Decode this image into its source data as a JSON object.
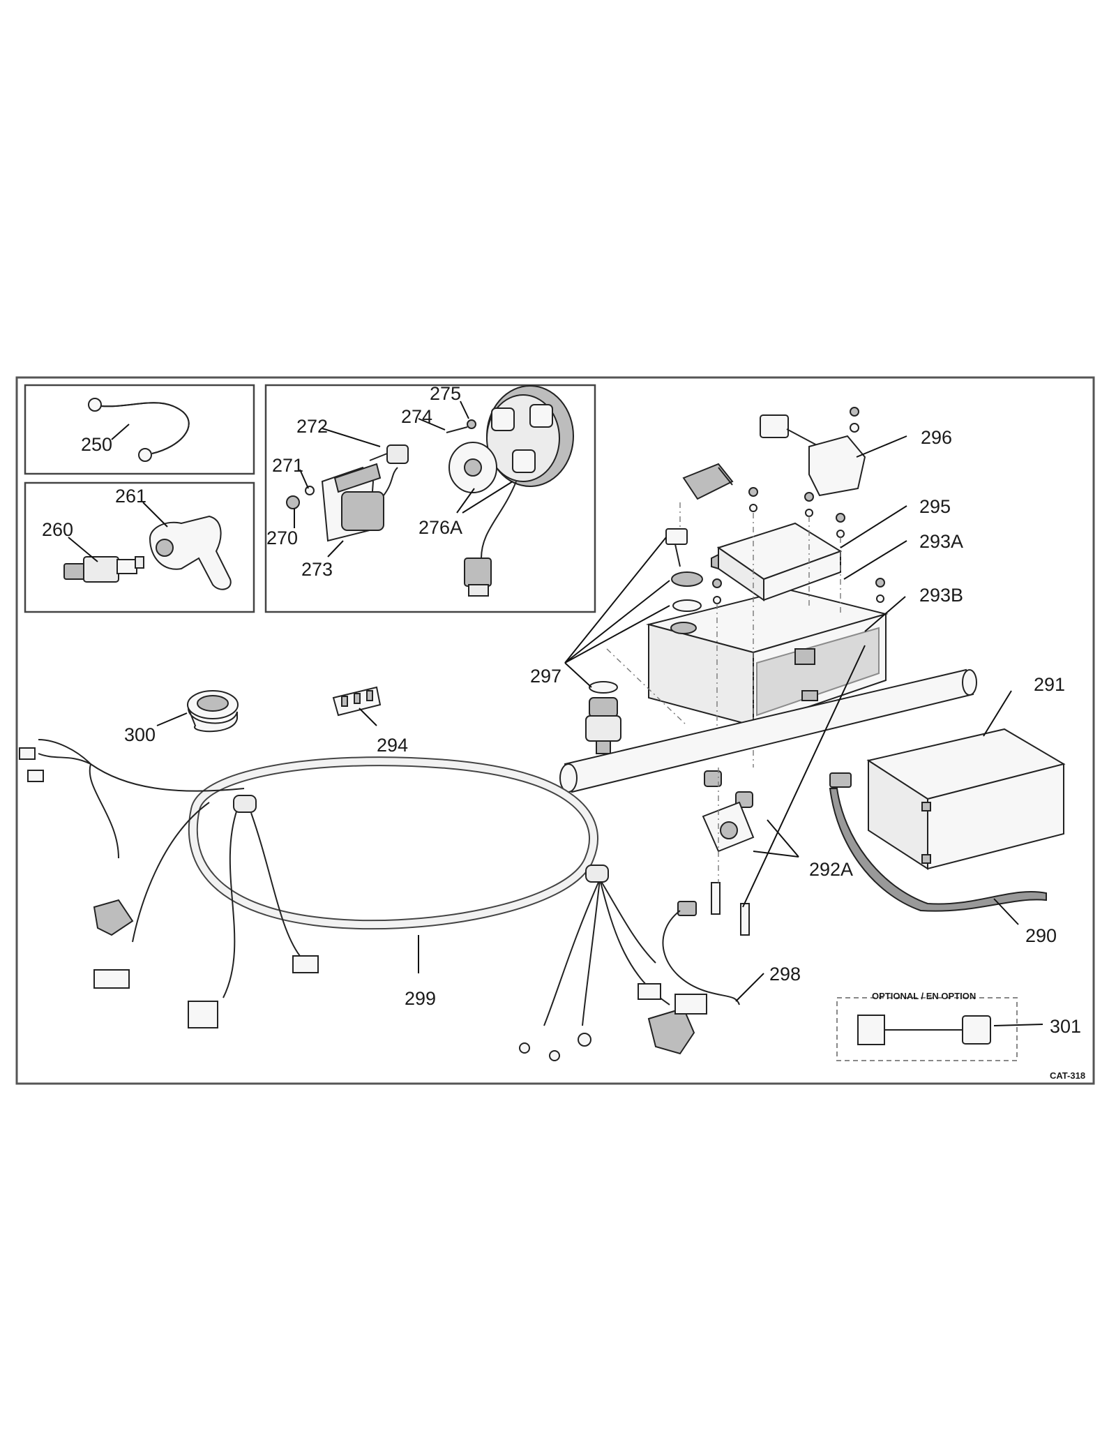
{
  "diagram": {
    "labels": {
      "l250": "250",
      "l260": "260",
      "l261": "261",
      "l270": "270",
      "l271": "271",
      "l272": "272",
      "l273": "273",
      "l274": "274",
      "l275": "275",
      "l276A": "276A",
      "l290": "290",
      "l291": "291",
      "l292A": "292A",
      "l293A": "293A",
      "l293B": "293B",
      "l294": "294",
      "l295": "295",
      "l296": "296",
      "l297": "297",
      "l298": "298",
      "l299": "299",
      "l300": "300",
      "l301": "301"
    },
    "optional_caption": "OPTIONAL / EN OPTION",
    "catalog_code": "CAT-318"
  }
}
